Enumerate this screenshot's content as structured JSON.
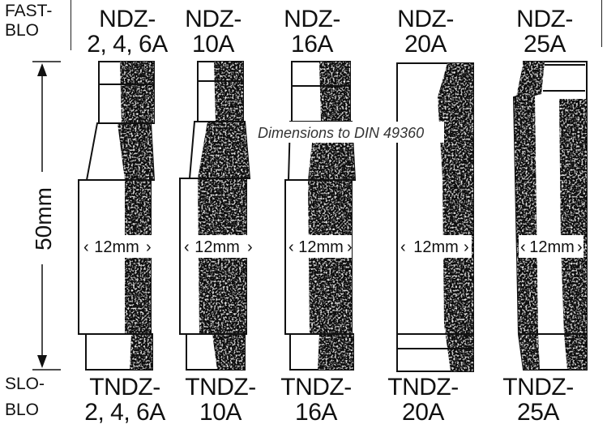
{
  "side_labels": {
    "top_line1": "FAST-",
    "top_line2": "BLO",
    "bottom_line1": "SLO-",
    "bottom_line2": "BLO"
  },
  "note": "Dimensions to DIN 49360",
  "height_dimension": "50mm",
  "fuses": [
    {
      "top_line1": "NDZ-",
      "top_line2": "2, 4, 6A",
      "bottom_line1": "TNDZ-",
      "bottom_line2": "2, 4, 6A",
      "width_label": "12mm"
    },
    {
      "top_line1": "NDZ-",
      "top_line2": "10A",
      "bottom_line1": "TNDZ-",
      "bottom_line2": "10A",
      "width_label": "12mm"
    },
    {
      "top_line1": "NDZ-",
      "top_line2": "16A",
      "bottom_line1": "TNDZ-",
      "bottom_line2": "16A",
      "width_label": "12mm"
    },
    {
      "top_line1": "NDZ-",
      "top_line2": "20A",
      "bottom_line1": "TNDZ-",
      "bottom_line2": "20A",
      "width_label": "12mm"
    },
    {
      "top_line1": "NDZ-",
      "top_line2": "25A",
      "bottom_line1": "TNDZ-",
      "bottom_line2": "25A",
      "width_label": "12mm"
    }
  ]
}
